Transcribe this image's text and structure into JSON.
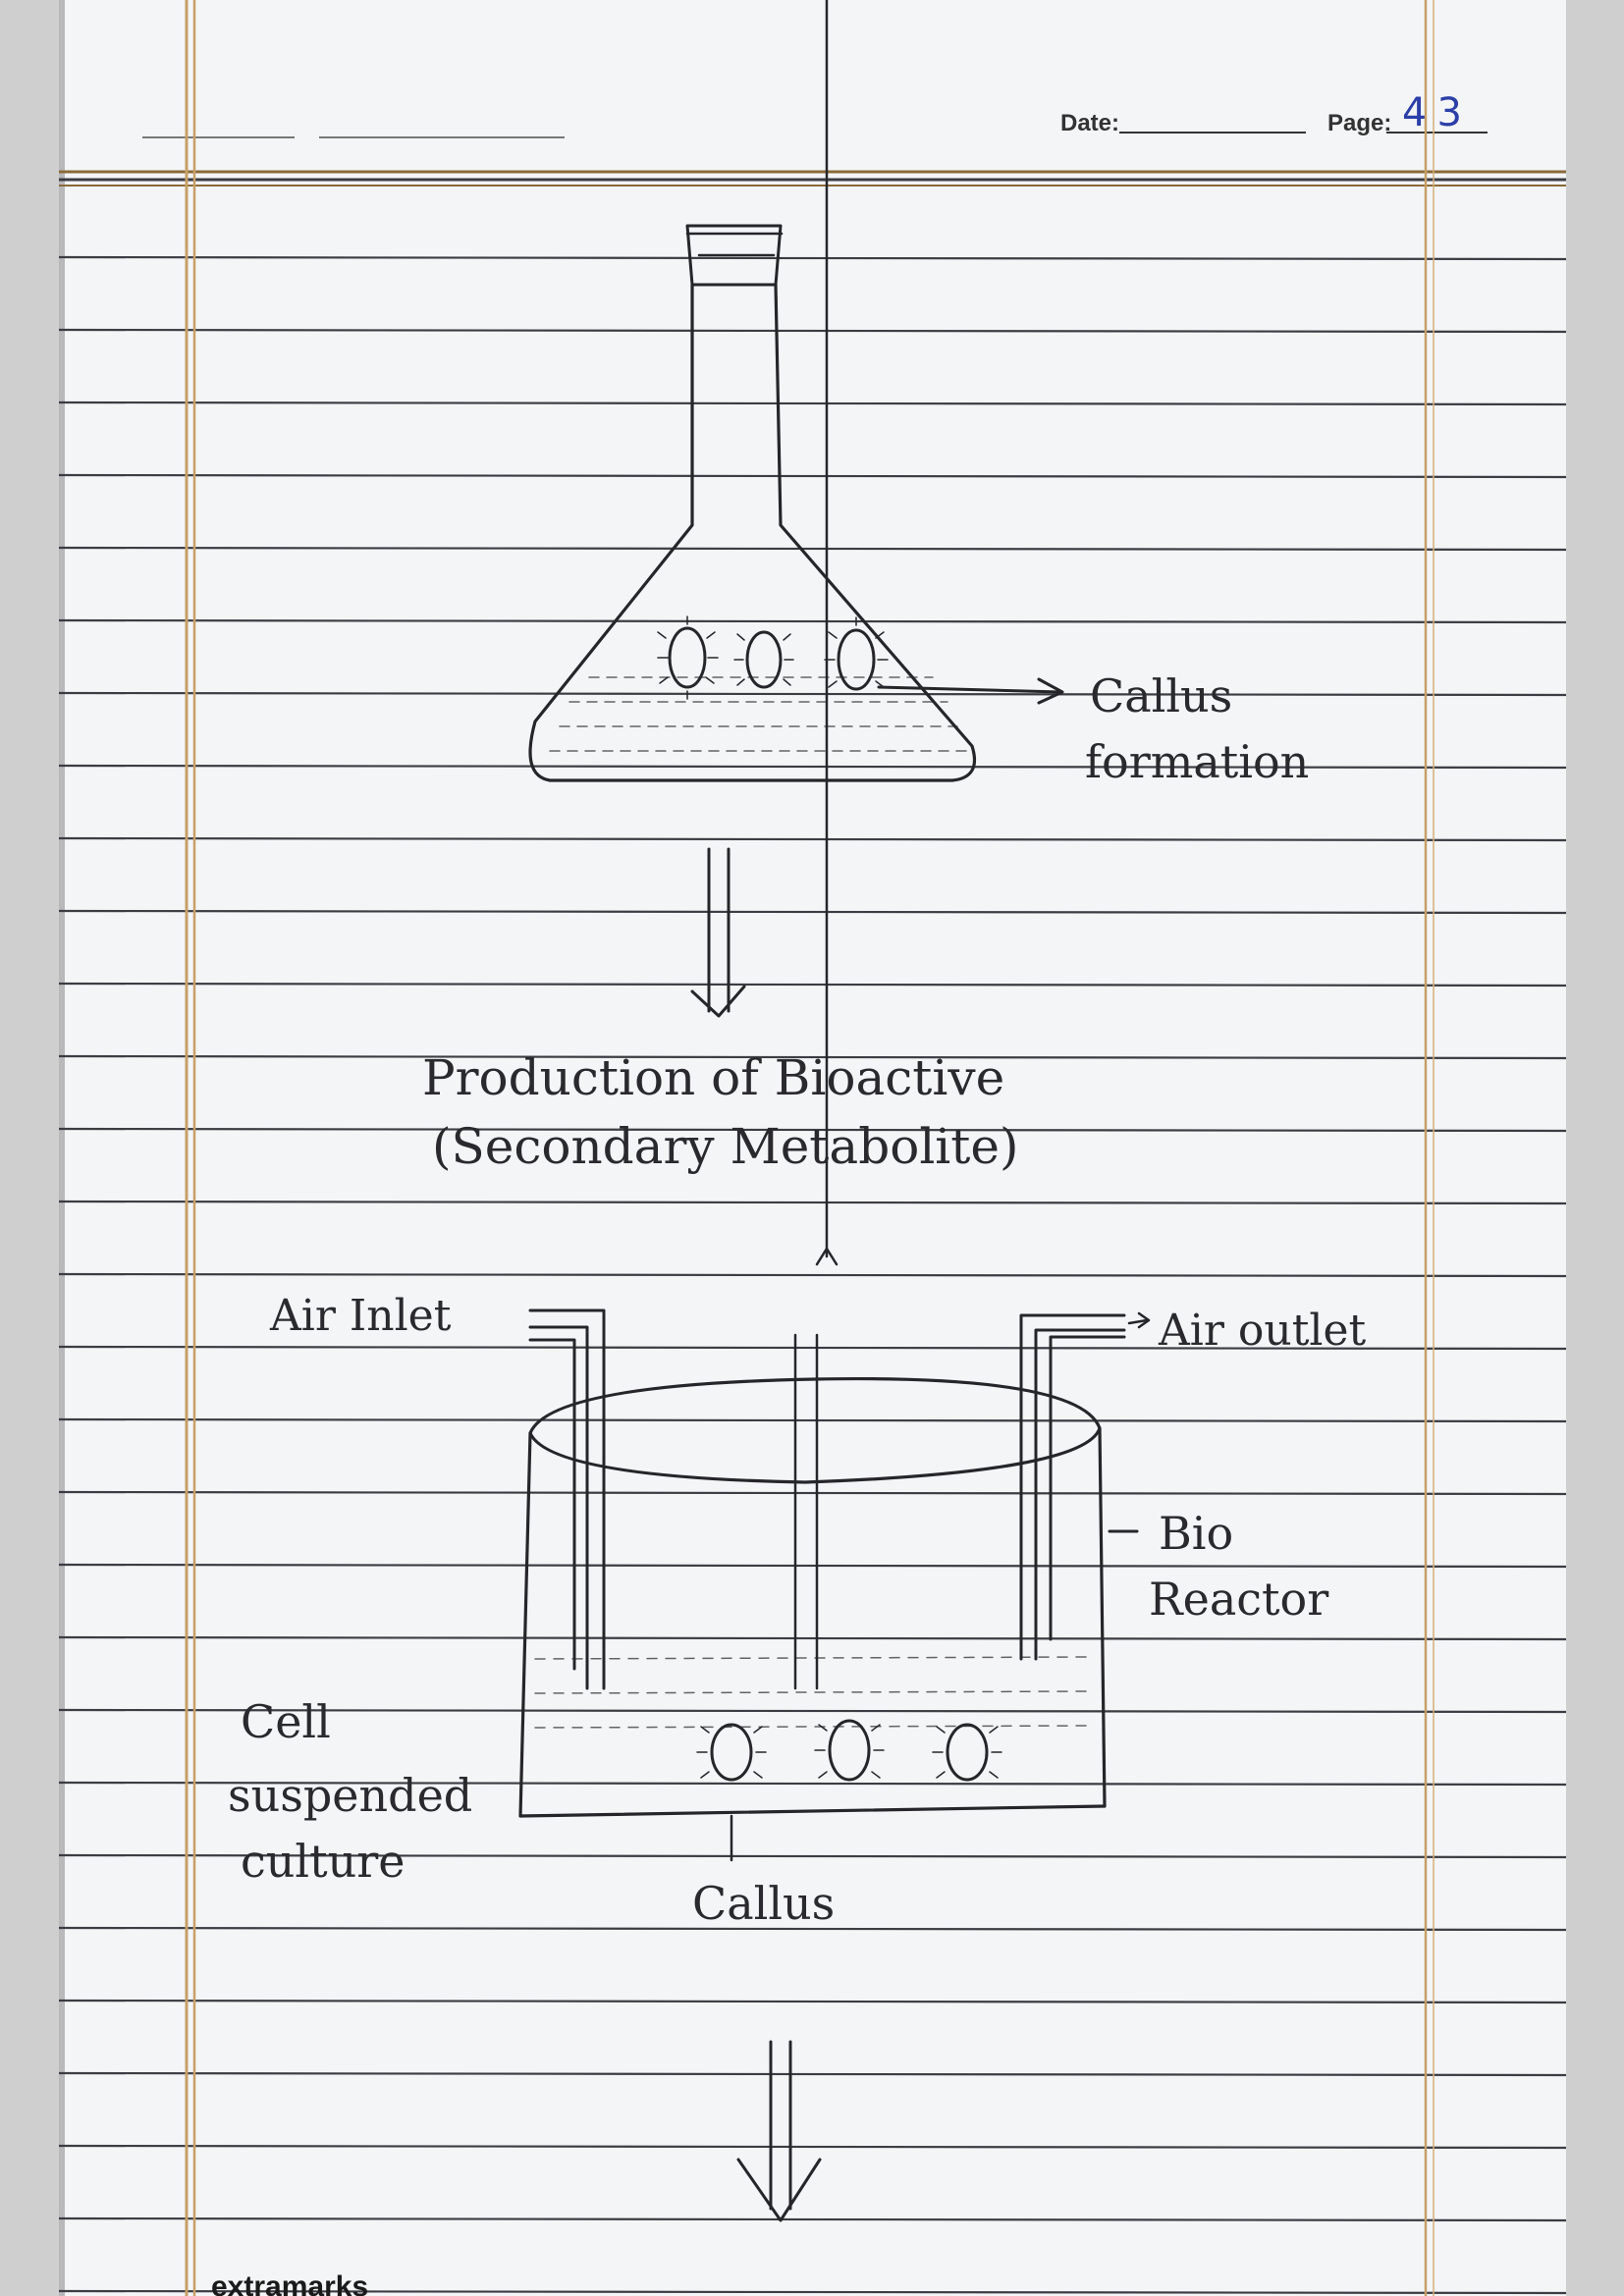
{
  "header": {
    "date_label": "Date:",
    "page_label": "Page:",
    "page_number": "43"
  },
  "diagram": {
    "flask_callout": [
      "Callus",
      "formation"
    ],
    "production_lines": [
      "Production of Bioactive",
      "(Secondary Metabolite)"
    ],
    "air_inlet": "Air Inlet",
    "air_outlet": "Air outlet",
    "bioreactor": [
      "Bio",
      "Reactor"
    ],
    "culture_label": [
      "Cell",
      "suspended",
      "culture"
    ],
    "callus_label": "Callus"
  },
  "footer": {
    "brand": "extramarks"
  },
  "colors": {
    "paper": "#f4f5f7",
    "ruled_line": "#3c3c44",
    "margin_line": "#c7a067",
    "pencil": "#26262a",
    "ink_blue": "#2c3fa8"
  }
}
